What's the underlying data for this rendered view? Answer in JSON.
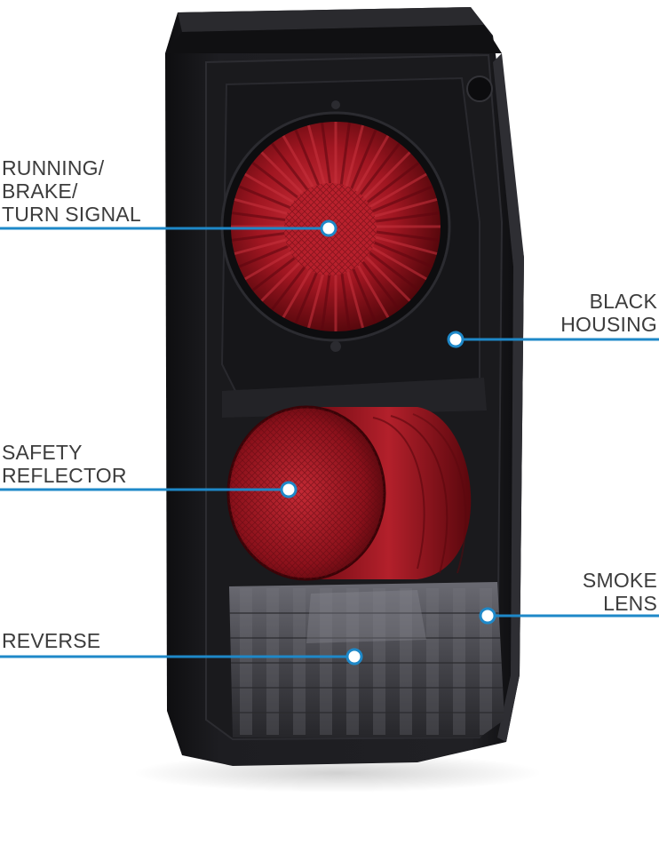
{
  "callouts": {
    "running": {
      "text": "RUNNING/\nBRAKE/\nTURN SIGNAL"
    },
    "housing": {
      "text": "BLACK\nHOUSING"
    },
    "reflector": {
      "text": "SAFETY\nREFLECTOR"
    },
    "smoke": {
      "text": "SMOKE\nLENS"
    },
    "reverse": {
      "text": "REVERSE"
    }
  },
  "colors": {
    "callout_line": "#1e88c8",
    "label_text": "#3c3c3c",
    "housing": "#151518",
    "red_lens": "#8a0d15",
    "smoke_lens": "#4a4a50"
  }
}
